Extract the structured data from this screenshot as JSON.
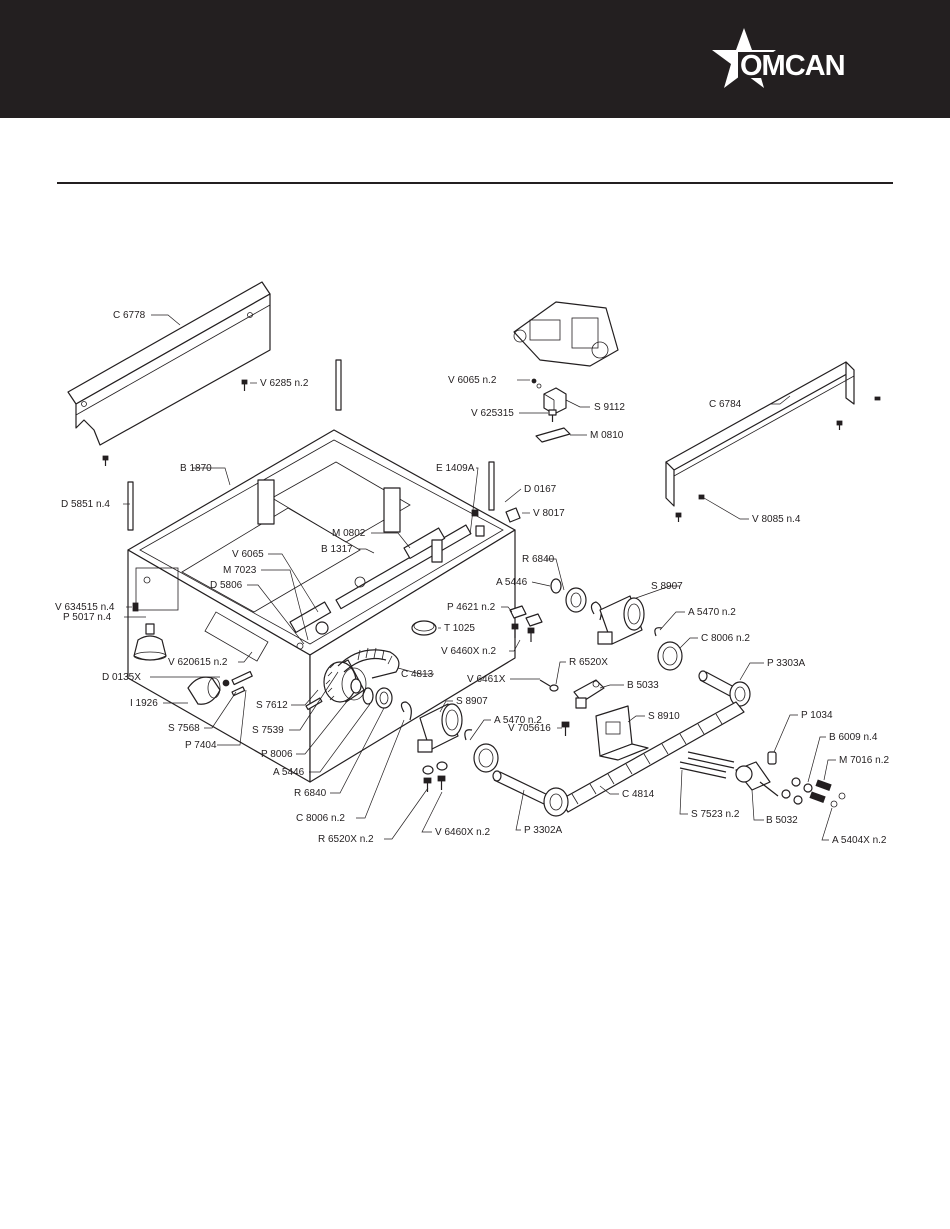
{
  "brand": {
    "name": "OMCAN",
    "header_color": "#231f20"
  },
  "parts": [
    {
      "id": "c6778",
      "text": "C 6778"
    },
    {
      "id": "v6285",
      "text": "V 6285  n.2"
    },
    {
      "id": "b1870",
      "text": "B 1870"
    },
    {
      "id": "d5851",
      "text": "D 5851  n.4"
    },
    {
      "id": "e1409a",
      "text": "E 1409A"
    },
    {
      "id": "d0167",
      "text": "D 0167"
    },
    {
      "id": "v8017",
      "text": "V 8017"
    },
    {
      "id": "m0802",
      "text": "M 0802"
    },
    {
      "id": "b1317",
      "text": "B 1317"
    },
    {
      "id": "v6065a",
      "text": "V 6065"
    },
    {
      "id": "m7023",
      "text": "M 7023"
    },
    {
      "id": "d5806",
      "text": "D 5806"
    },
    {
      "id": "v634515",
      "text": "V 634515  n.4"
    },
    {
      "id": "p5017",
      "text": "P 5017  n.4"
    },
    {
      "id": "v620615",
      "text": "V 620615  n.2"
    },
    {
      "id": "d0135x",
      "text": "D 0135X"
    },
    {
      "id": "i1926",
      "text": "I 1926"
    },
    {
      "id": "s7568",
      "text": "S 7568"
    },
    {
      "id": "p7404",
      "text": "P 7404"
    },
    {
      "id": "s7612",
      "text": "S 7612"
    },
    {
      "id": "s7539",
      "text": "S 7539"
    },
    {
      "id": "p8006",
      "text": "P 8006"
    },
    {
      "id": "a5446a",
      "text": "A 5446"
    },
    {
      "id": "r6840a",
      "text": "R 6840"
    },
    {
      "id": "c8006a",
      "text": "C 8006  n.2"
    },
    {
      "id": "r6520xa",
      "text": "R 6520X  n.2"
    },
    {
      "id": "v6460xa",
      "text": "V 6460X  n.2"
    },
    {
      "id": "p3302a",
      "text": "P 3302A"
    },
    {
      "id": "c4814",
      "text": "C 4814"
    },
    {
      "id": "s7523",
      "text": "S 7523  n.2"
    },
    {
      "id": "b5032",
      "text": "B 5032"
    },
    {
      "id": "a5404x",
      "text": "A 5404X  n.2"
    },
    {
      "id": "m7016",
      "text": "M 7016  n.2"
    },
    {
      "id": "b6009",
      "text": "B 6009  n.4"
    },
    {
      "id": "p1034",
      "text": "P 1034"
    },
    {
      "id": "p3303a",
      "text": "P 3303A"
    },
    {
      "id": "s8910",
      "text": "S 8910"
    },
    {
      "id": "b5033",
      "text": "B 5033"
    },
    {
      "id": "r6520xb",
      "text": "R 6520X"
    },
    {
      "id": "v6461x",
      "text": "V 6461X"
    },
    {
      "id": "v705616",
      "text": "V 705616"
    },
    {
      "id": "s8907a",
      "text": "S 8907"
    },
    {
      "id": "a5470a",
      "text": "A 5470  n.2"
    },
    {
      "id": "c4813",
      "text": "C 4813"
    },
    {
      "id": "t1025",
      "text": "T 1025"
    },
    {
      "id": "p4621",
      "text": "P 4621  n.2"
    },
    {
      "id": "v6460xb",
      "text": "V 6460X  n.2"
    },
    {
      "id": "r6840b",
      "text": "R 6840"
    },
    {
      "id": "a5446b",
      "text": "A 5446"
    },
    {
      "id": "s8907b",
      "text": "S 8907"
    },
    {
      "id": "a5470b",
      "text": "A 5470  n.2"
    },
    {
      "id": "c8006b",
      "text": "C 8006  n.2"
    },
    {
      "id": "v6065b",
      "text": "V 6065  n.2"
    },
    {
      "id": "v625315",
      "text": "V 625315"
    },
    {
      "id": "s9112",
      "text": "S 9112"
    },
    {
      "id": "m0810",
      "text": "M 0810"
    },
    {
      "id": "c6784",
      "text": "C 6784"
    },
    {
      "id": "v8085",
      "text": "V 8085  n.4"
    }
  ]
}
